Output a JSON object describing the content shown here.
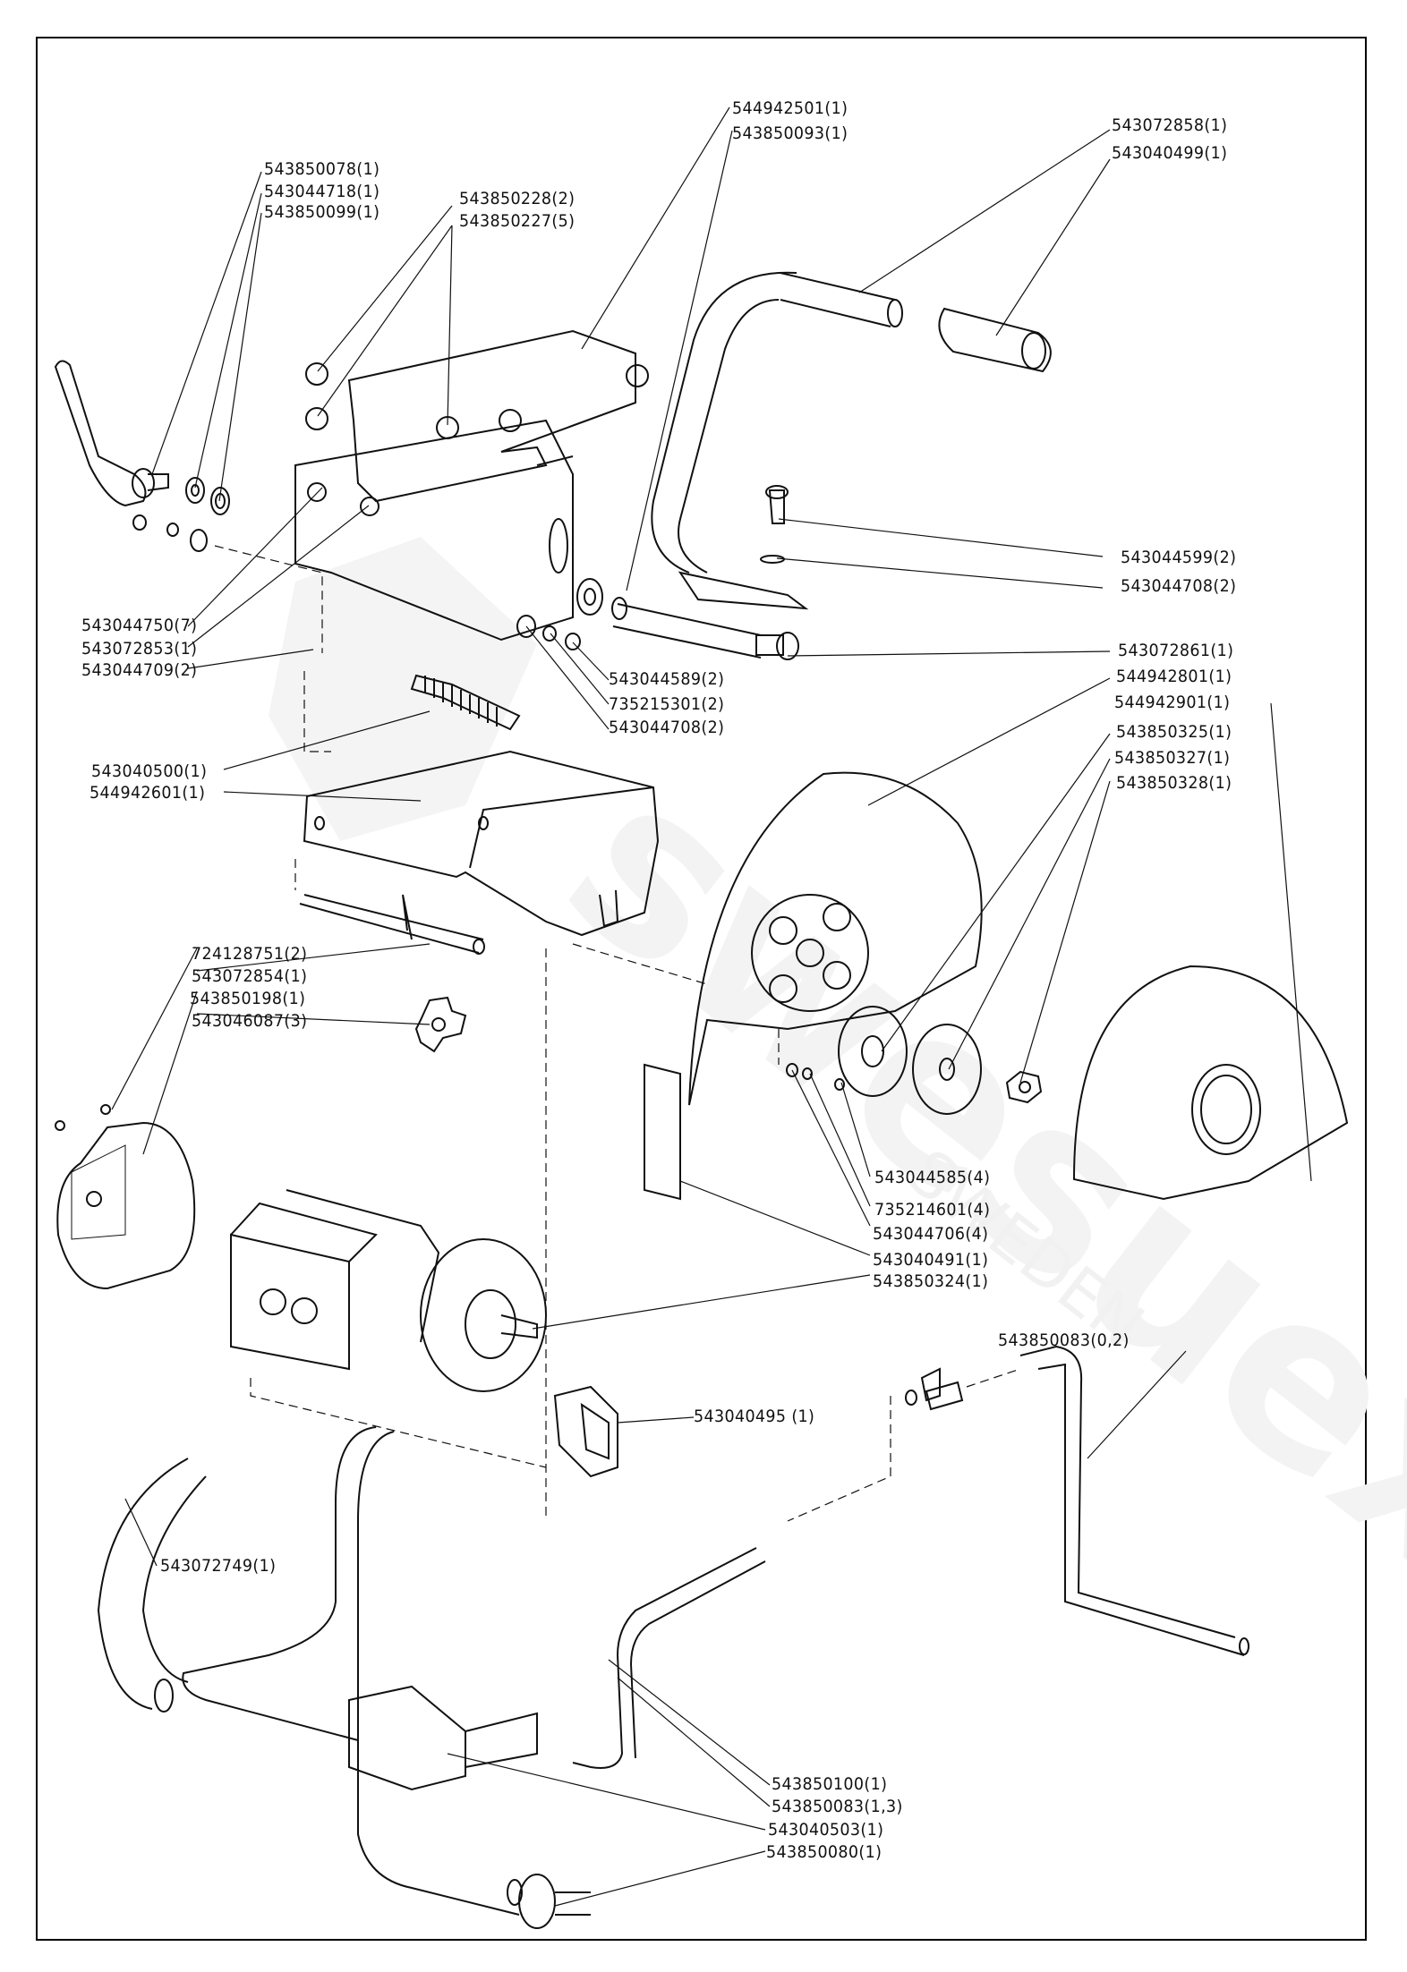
{
  "document": {
    "type": "exploded parts diagram",
    "watermark": {
      "brand_text": "swesuex",
      "country_text": "SWEDEN"
    }
  },
  "labels": [
    {
      "id": "l1",
      "part": "544942501",
      "qty": "1",
      "text": "544942501(1)"
    },
    {
      "id": "l2",
      "part": "543850093",
      "qty": "1",
      "text": "543850093(1)"
    },
    {
      "id": "l3",
      "part": "543072858",
      "qty": "1",
      "text": "543072858(1)"
    },
    {
      "id": "l4",
      "part": "543040499",
      "qty": "1",
      "text": "543040499(1)"
    },
    {
      "id": "l5",
      "part": "543850078",
      "qty": "1",
      "text": "543850078(1)"
    },
    {
      "id": "l6",
      "part": "543044718",
      "qty": "1",
      "text": "543044718(1)"
    },
    {
      "id": "l7",
      "part": "543850099",
      "qty": "1",
      "text": "543850099(1)"
    },
    {
      "id": "l8",
      "part": "543850228",
      "qty": "2",
      "text": "543850228(2)"
    },
    {
      "id": "l9",
      "part": "543850227",
      "qty": "5",
      "text": "543850227(5)"
    },
    {
      "id": "l10",
      "part": "543044599",
      "qty": "2",
      "text": "543044599(2)"
    },
    {
      "id": "l11",
      "part": "543044708",
      "qty": "2",
      "text": "543044708(2)"
    },
    {
      "id": "l12",
      "part": "543044750",
      "qty": "7",
      "text": "543044750(7)"
    },
    {
      "id": "l13",
      "part": "543072853",
      "qty": "1",
      "text": "543072853(1)"
    },
    {
      "id": "l14",
      "part": "543044709",
      "qty": "2",
      "text": "543044709(2)"
    },
    {
      "id": "l15",
      "part": "543044589",
      "qty": "2",
      "text": "543044589(2)"
    },
    {
      "id": "l16",
      "part": "735215301",
      "qty": "2",
      "text": "735215301(2)"
    },
    {
      "id": "l17",
      "part": "543044708",
      "qty": "2",
      "text": "543044708(2)"
    },
    {
      "id": "l18",
      "part": "543072861",
      "qty": "1",
      "text": "543072861(1)"
    },
    {
      "id": "l19",
      "part": "544942801",
      "qty": "1",
      "text": "544942801(1)"
    },
    {
      "id": "l20",
      "part": "544942901",
      "qty": "1",
      "text": "544942901(1)"
    },
    {
      "id": "l21",
      "part": "543850325",
      "qty": "1",
      "text": "543850325(1)"
    },
    {
      "id": "l22",
      "part": "543850327",
      "qty": "1",
      "text": "543850327(1)"
    },
    {
      "id": "l23",
      "part": "543850328",
      "qty": "1",
      "text": "543850328(1)"
    },
    {
      "id": "l24",
      "part": "543040500",
      "qty": "1",
      "text": "543040500(1)"
    },
    {
      "id": "l25",
      "part": "544942601",
      "qty": "1",
      "text": "544942601(1)"
    },
    {
      "id": "l26",
      "part": "724128751",
      "qty": "2",
      "text": "724128751(2)"
    },
    {
      "id": "l27",
      "part": "543072854",
      "qty": "1",
      "text": "543072854(1)"
    },
    {
      "id": "l28",
      "part": "543850198",
      "qty": "1",
      "text": "543850198(1)"
    },
    {
      "id": "l29",
      "part": "543046087",
      "qty": "3",
      "text": "543046087(3)"
    },
    {
      "id": "l30",
      "part": "543044585",
      "qty": "4",
      "text": "543044585(4)"
    },
    {
      "id": "l31",
      "part": "735214601",
      "qty": "4",
      "text": "735214601(4)"
    },
    {
      "id": "l32",
      "part": "543044706",
      "qty": "4",
      "text": "543044706(4)"
    },
    {
      "id": "l33",
      "part": "543040491",
      "qty": "1",
      "text": "543040491(1)"
    },
    {
      "id": "l34",
      "part": "543850324",
      "qty": "1",
      "text": "543850324(1)"
    },
    {
      "id": "l35",
      "part": "543850083",
      "qty": "0,2",
      "text": "543850083(0,2)"
    },
    {
      "id": "l36",
      "part": "543040495",
      "qty": "1",
      "text": "543040495 (1)"
    },
    {
      "id": "l37",
      "part": "543072749",
      "qty": "1",
      "text": "543072749(1)"
    },
    {
      "id": "l38",
      "part": "543850100",
      "qty": "1",
      "text": "543850100(1)"
    },
    {
      "id": "l39",
      "part": "543850083",
      "qty": "1,3",
      "text": "543850083(1,3)"
    },
    {
      "id": "l40",
      "part": "543040503",
      "qty": "1",
      "text": "543040503(1)"
    },
    {
      "id": "l41",
      "part": "543850080",
      "qty": "1",
      "text": "543850080(1)"
    }
  ]
}
